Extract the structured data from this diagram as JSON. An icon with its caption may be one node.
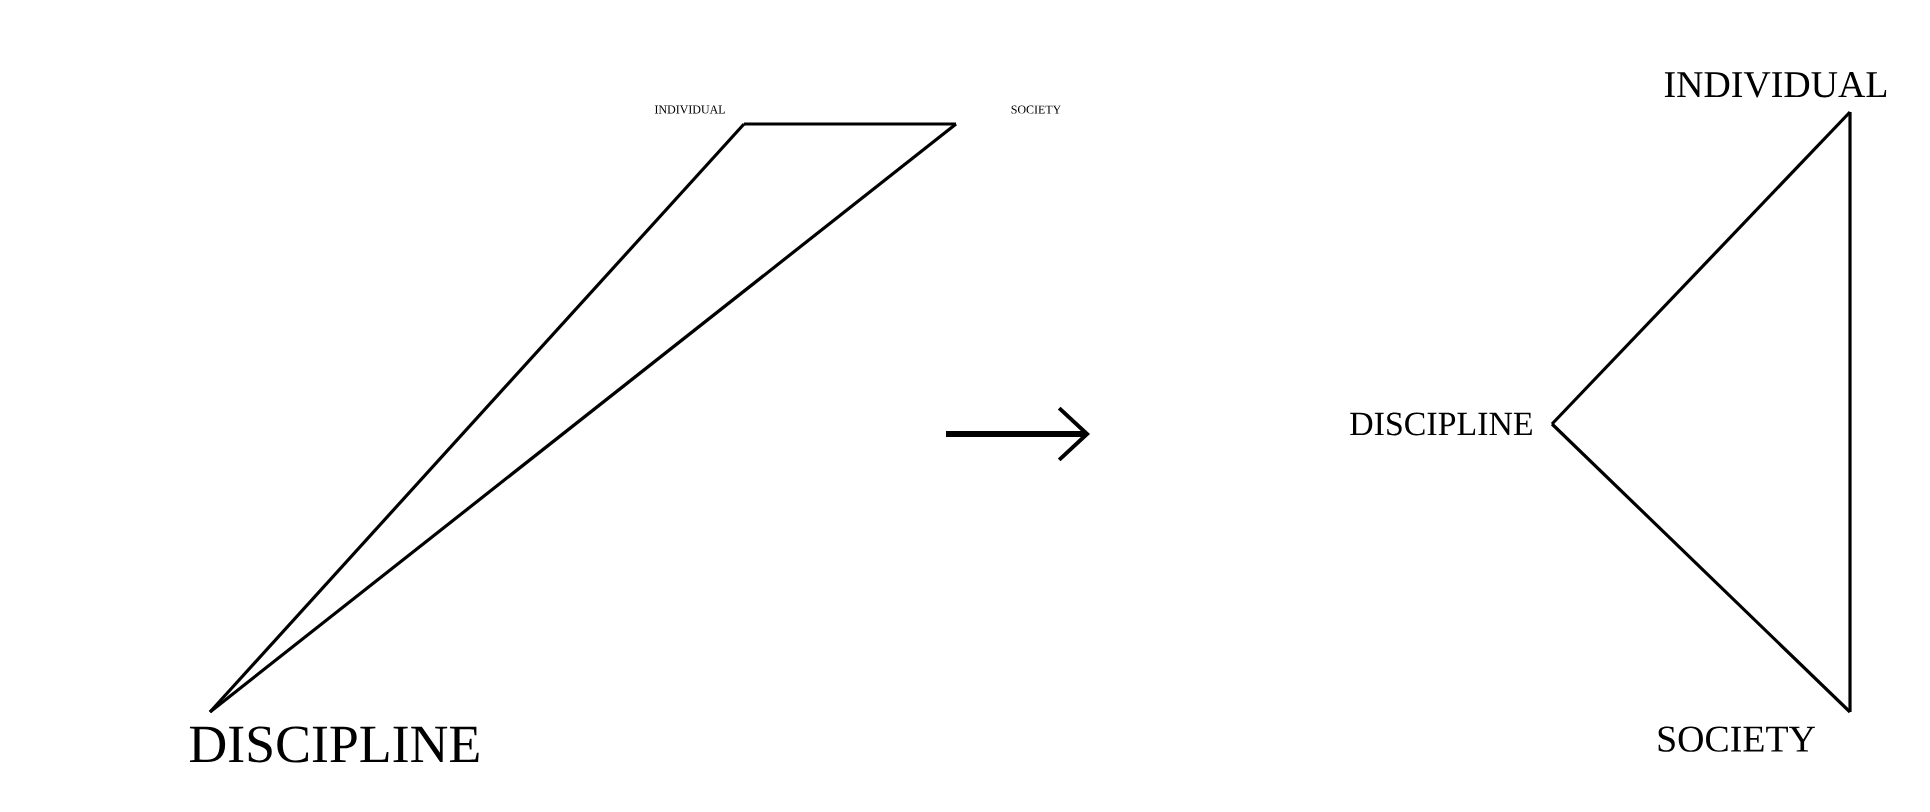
{
  "diagram": {
    "nodes": [
      {
        "text": [
          "INDIVIDUAL"
        ]
      },
      {
        "text": [
          "SOCIETY"
        ]
      },
      {
        "text": [
          "DISCIPLINE"
        ]
      },
      {
        "text": [
          "INDIVIDUAL"
        ]
      },
      {
        "text": [
          "DISCIPLINE"
        ]
      },
      {
        "text": [
          "SOCIETY"
        ]
      }
    ],
    "edges": [
      {
        "from": 0,
        "to": 1,
        "arrow": "none"
      },
      {
        "from": 1,
        "to": 2,
        "arrow": "none"
      },
      {
        "from": 2,
        "to": 0,
        "arrow": "none"
      },
      {
        "from": 3,
        "to": 4,
        "arrow": "none"
      },
      {
        "from": 4,
        "to": 5,
        "arrow": "none"
      },
      {
        "from": 5,
        "to": 3,
        "arrow": "none"
      }
    ]
  }
}
